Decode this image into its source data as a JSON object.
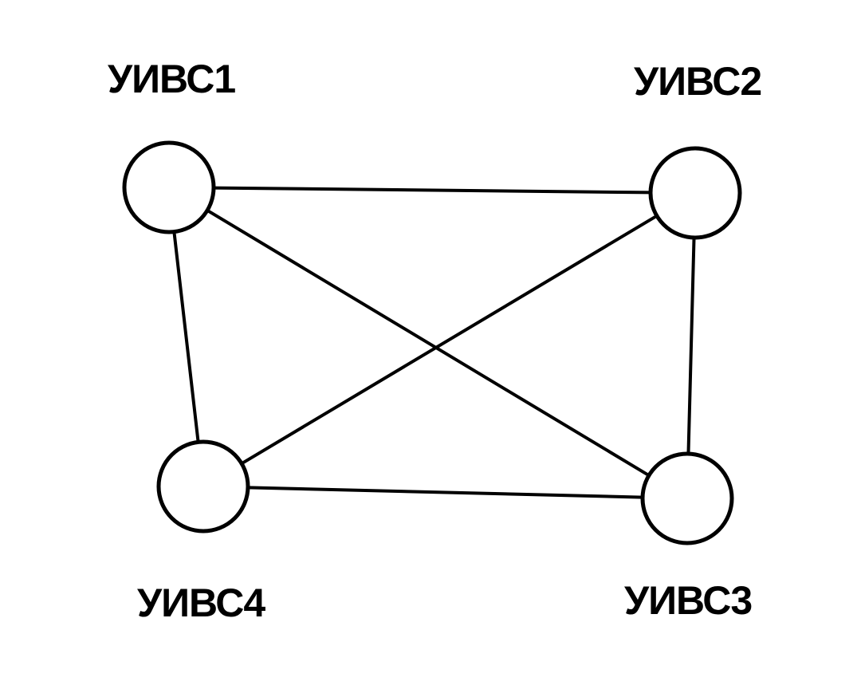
{
  "diagram": {
    "type": "complete-graph",
    "nodes": [
      {
        "id": "n1",
        "label": "УИВС1"
      },
      {
        "id": "n2",
        "label": "УИВС2"
      },
      {
        "id": "n3",
        "label": "УИВС3"
      },
      {
        "id": "n4",
        "label": "УИВС4"
      }
    ],
    "edges": [
      {
        "from": "n1",
        "to": "n2"
      },
      {
        "from": "n1",
        "to": "n4"
      },
      {
        "from": "n1",
        "to": "n3"
      },
      {
        "from": "n2",
        "to": "n4"
      },
      {
        "from": "n2",
        "to": "n3"
      },
      {
        "from": "n4",
        "to": "n3"
      }
    ]
  }
}
